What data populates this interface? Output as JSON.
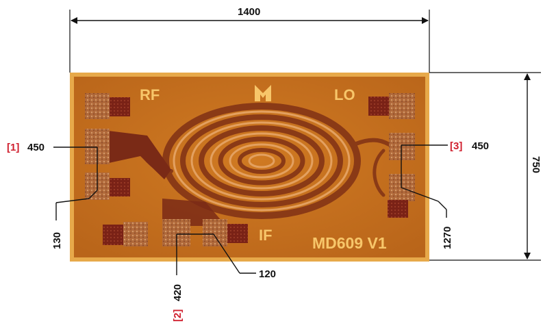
{
  "dimensions": {
    "width": "1400",
    "height": "750"
  },
  "chip": {
    "labels": {
      "rf": "RF",
      "lo": "LO",
      "if": "IF",
      "part": "MD609 V1"
    },
    "logo_icon": "m-logo-icon"
  },
  "callouts": [
    {
      "ref": "[1]",
      "value": "450"
    },
    {
      "ref": "[2]",
      "value": "420"
    },
    {
      "ref": "[3]",
      "value": "450"
    },
    {
      "ref": "",
      "value": "130"
    },
    {
      "ref": "",
      "value": "120"
    },
    {
      "ref": "",
      "value": "1270"
    }
  ],
  "colors": {
    "die": "#c8741e",
    "die_border": "#e7a94a",
    "pad": "#a85a2a",
    "pad_dark": "#7a1f16",
    "label": "#f7c66a",
    "ref_red": "#d01f2e"
  }
}
